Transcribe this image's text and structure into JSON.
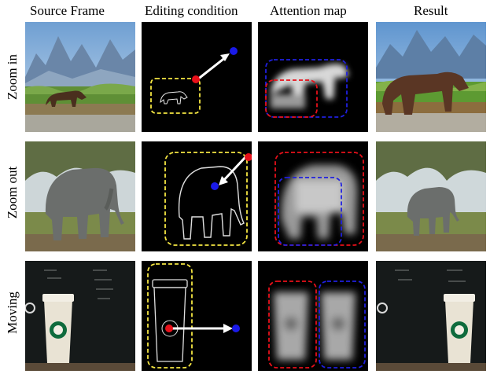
{
  "columns": [
    "Source Frame",
    "Editing condition",
    "Attention map",
    "Result"
  ],
  "rows": [
    {
      "label": "Zoom in",
      "subject": "bear"
    },
    {
      "label": "Zoom out",
      "subject": "elephant"
    },
    {
      "label": "Moving",
      "subject": "coffee-cup"
    }
  ],
  "colors": {
    "bbox_yellow": "#f5e642",
    "start_point": "#e8101a",
    "end_point": "#1a1ae8",
    "arrow": "#ffffff",
    "attention_red": "#e8101a",
    "attention_blue": "#2020e0"
  }
}
